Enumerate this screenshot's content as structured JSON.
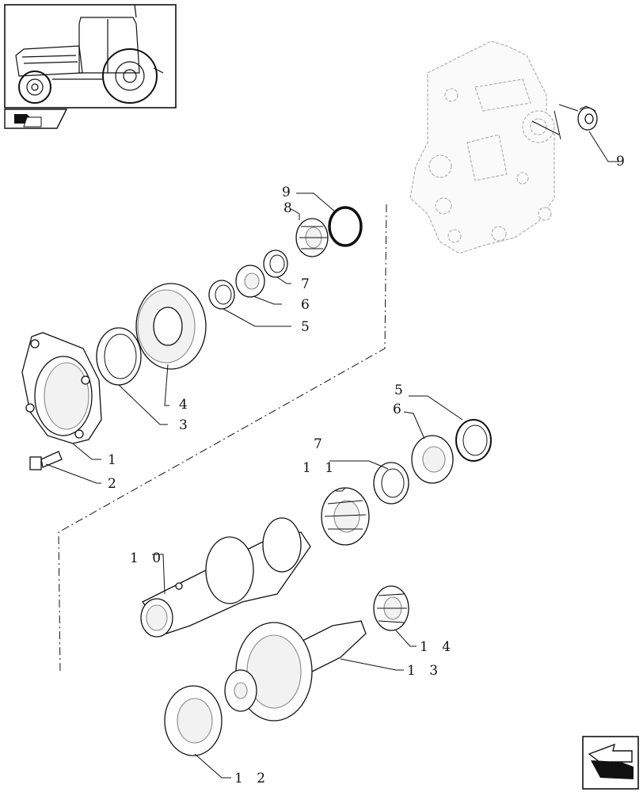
{
  "callouts": {
    "c1": "1",
    "c2": "2",
    "c3": "3",
    "c4": "4",
    "c5_top": "5",
    "c6_top": "6",
    "c7_top": "7",
    "c8": "8",
    "c9_ring": "9",
    "c9_housing": "9",
    "c5_mid": "5",
    "c6_mid": "6",
    "c7_mid": "7",
    "c10": "1 0",
    "c11": "1 1",
    "c12": "1 2",
    "c13": "1 3",
    "c14": "1 4"
  },
  "icons": {
    "thumbnail": "tractor-thumbnail-icon",
    "nav_small": "book-arrow-icon",
    "nav_large": "next-page-arrow-icon"
  },
  "colors": {
    "ink": "#111111",
    "ghost": "#aaaaaa"
  }
}
